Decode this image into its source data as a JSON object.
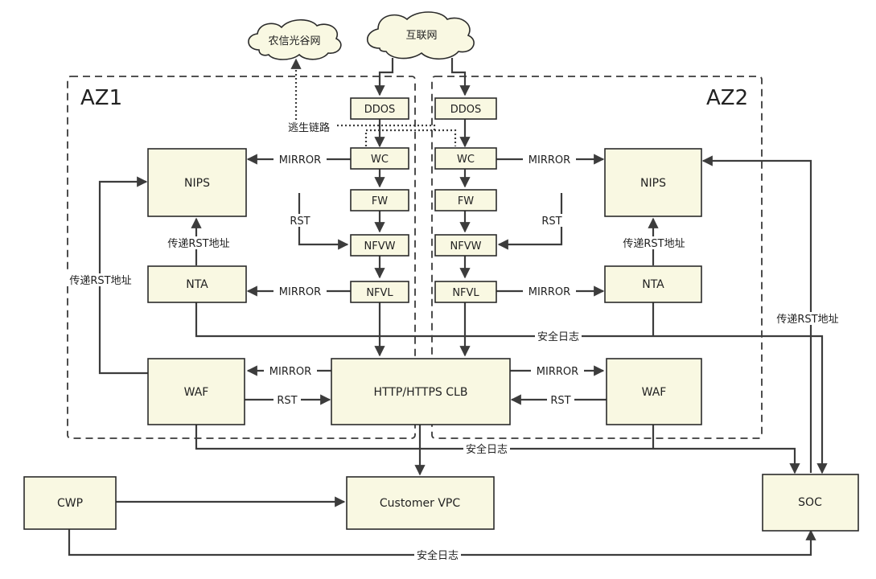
{
  "zones": {
    "az1": "AZ1",
    "az2": "AZ2"
  },
  "clouds": {
    "nongxin": "农信光谷网",
    "internet": "互联网"
  },
  "nodes": {
    "ddos": "DDOS",
    "wc": "WC",
    "fw": "FW",
    "nfvw": "NFVW",
    "nfvl": "NFVL",
    "nips": "NIPS",
    "nta": "NTA",
    "waf": "WAF",
    "clb": "HTTP/HTTPS CLB",
    "cwp": "CWP",
    "vpc": "Customer VPC",
    "soc": "SOC"
  },
  "labels": {
    "mirror": "MIRROR",
    "rst": "RST",
    "rst_addr": "传递RST地址",
    "escape": "逃生链路",
    "security_log": "安全日志"
  },
  "colors": {
    "box_fill": "#f9f8e2",
    "stroke": "#2b2b2b"
  }
}
